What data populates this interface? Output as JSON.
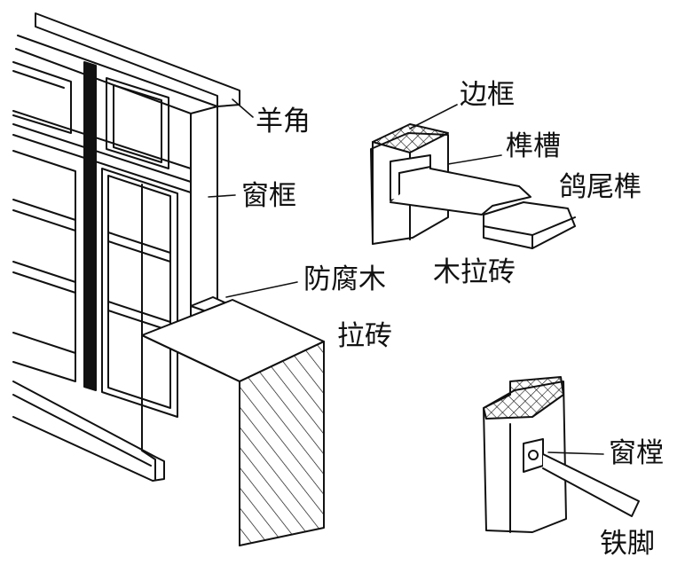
{
  "labels": {
    "yangjiao": "羊角",
    "chuangkuang": "窗框",
    "fangfumu": "防腐木",
    "lazhuan": "拉砖",
    "biankuang": "边框",
    "suncao": "榫槽",
    "geweisun": "鸽尾榫",
    "mulazhuan": "木拉砖",
    "chuangtang": "窗樘",
    "tiejiao": "铁脚"
  },
  "colors": {
    "ink": "#111111",
    "paper": "#ffffff"
  }
}
